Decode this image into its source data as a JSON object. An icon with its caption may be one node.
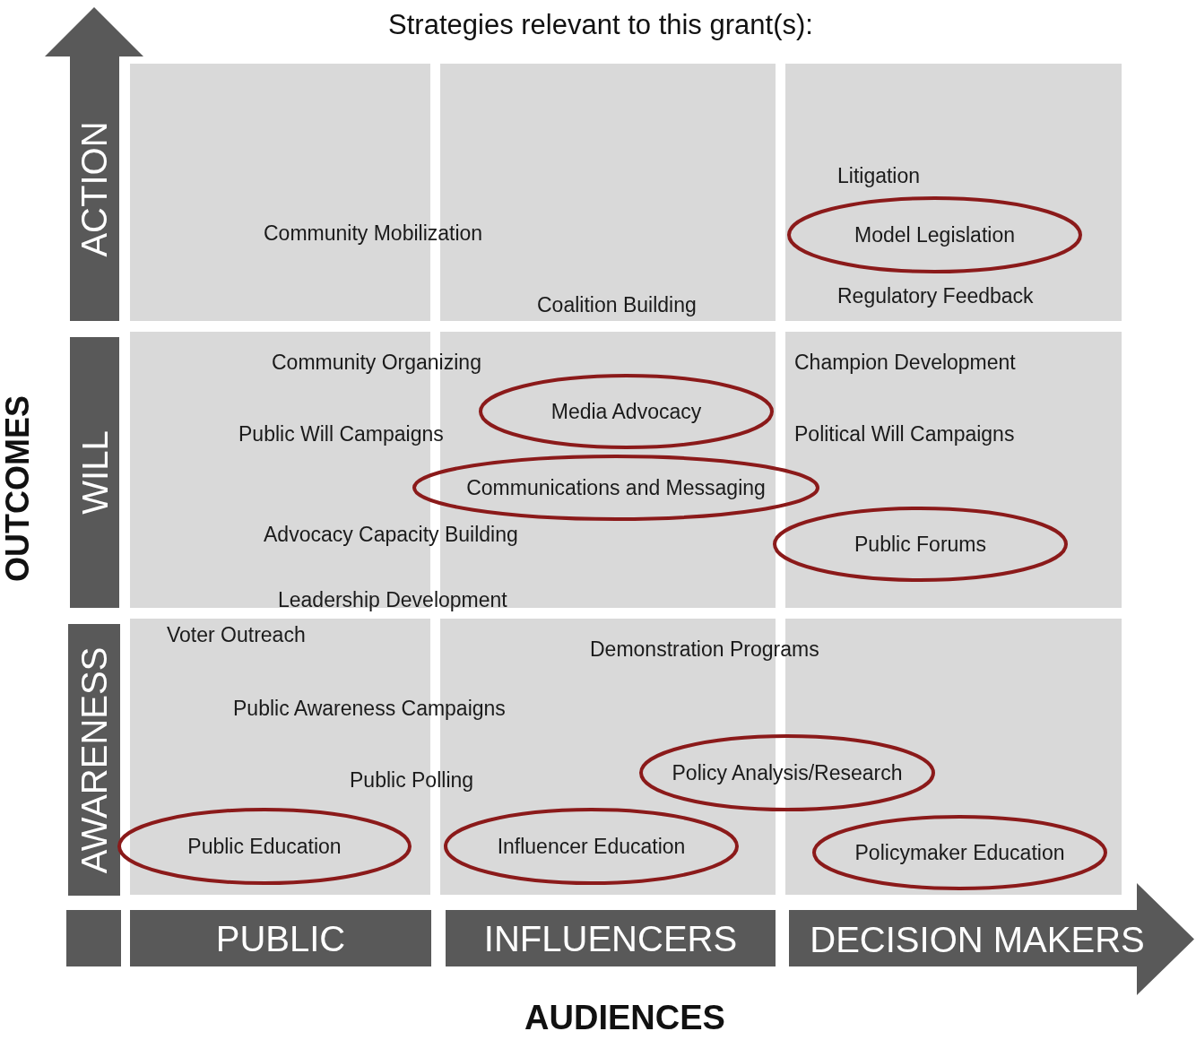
{
  "diagram": {
    "title": "Strategies relevant to this grant(s):",
    "nodes": [
      {
        "text": [
          "ACTION"
        ]
      },
      {
        "text": [
          "WILL"
        ]
      },
      {
        "text": [
          "AWARENESS"
        ]
      },
      {
        "text": [
          "PUBLIC"
        ]
      },
      {
        "text": [
          "INFLUENCERS"
        ]
      },
      {
        "text": [
          "DECISION MAKERS"
        ]
      },
      {
        "text": [
          "Model Legislation"
        ]
      },
      {
        "text": [
          "Media Advocacy"
        ]
      },
      {
        "text": [
          "Communications and Messaging"
        ]
      },
      {
        "text": [
          "Public Forums"
        ]
      },
      {
        "text": [
          "Policy Analysis/Research"
        ]
      },
      {
        "text": [
          "Public Education"
        ]
      },
      {
        "text": [
          "Influencer Education"
        ]
      },
      {
        "text": [
          "Policymaker Education"
        ]
      }
    ],
    "edges": [],
    "labels": [
      "OUTCOMES",
      "Litigation",
      "Community Mobilization",
      "Coalition Building",
      "Regulatory Feedback",
      "Community Organizing",
      "Champion Development",
      "Public Will Campaigns",
      "Political Will Campaigns",
      "Advocacy Capacity Building",
      "Leadership Development",
      "Voter Outreach",
      "Demonstration Programs",
      "Public Awareness Campaigns",
      "Public Polling",
      "AUDIENCES"
    ]
  }
}
